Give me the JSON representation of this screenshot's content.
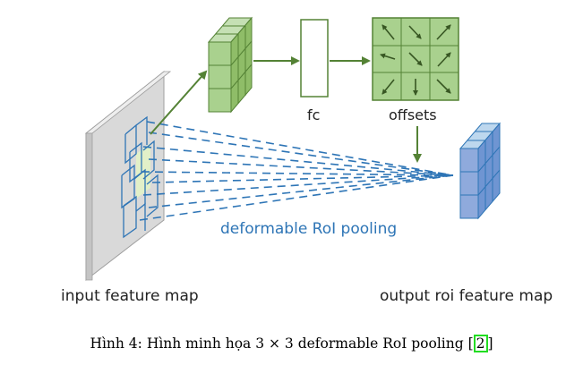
{
  "labels": {
    "fc": "fc",
    "offsets": "offsets",
    "input": "input feature map",
    "output": "output roi feature map",
    "pooling": "deformable RoI pooling"
  },
  "caption": {
    "text": "Hình 4: Hình minh họa 3 × 3 deformable RoI pooling [",
    "ref": "2",
    "close": "]"
  },
  "colors": {
    "green_fill": "#a9d18e",
    "green_stroke": "#548235",
    "blue_fill": "#8faadc",
    "blue_stroke": "#2e75b6",
    "map_fill": "#d0d0d0",
    "ref_box": "#22dd22"
  },
  "icons": {
    "offset_arrows": [
      "arrow-up-left",
      "arrow-down-right",
      "arrow-up-right",
      "arrow-left-down",
      "arrow-down-right",
      "arrow-up-right",
      "arrow-down-left",
      "arrow-down",
      "arrow-down-right"
    ]
  }
}
